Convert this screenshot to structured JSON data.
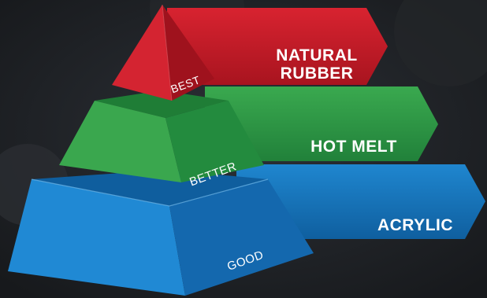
{
  "tiers": [
    {
      "id": "best",
      "rank_label": "BEST",
      "material_line1": "NATURAL",
      "material_line2": "RUBBER",
      "color": "#c8202f"
    },
    {
      "id": "better",
      "rank_label": "BETTER",
      "material_line1": "HOT MELT",
      "color": "#2e9f48"
    },
    {
      "id": "good",
      "rank_label": "GOOD",
      "material_line1": "ACRYLIC",
      "color": "#1576c0"
    }
  ],
  "colors": {
    "background": "#1d2024"
  }
}
